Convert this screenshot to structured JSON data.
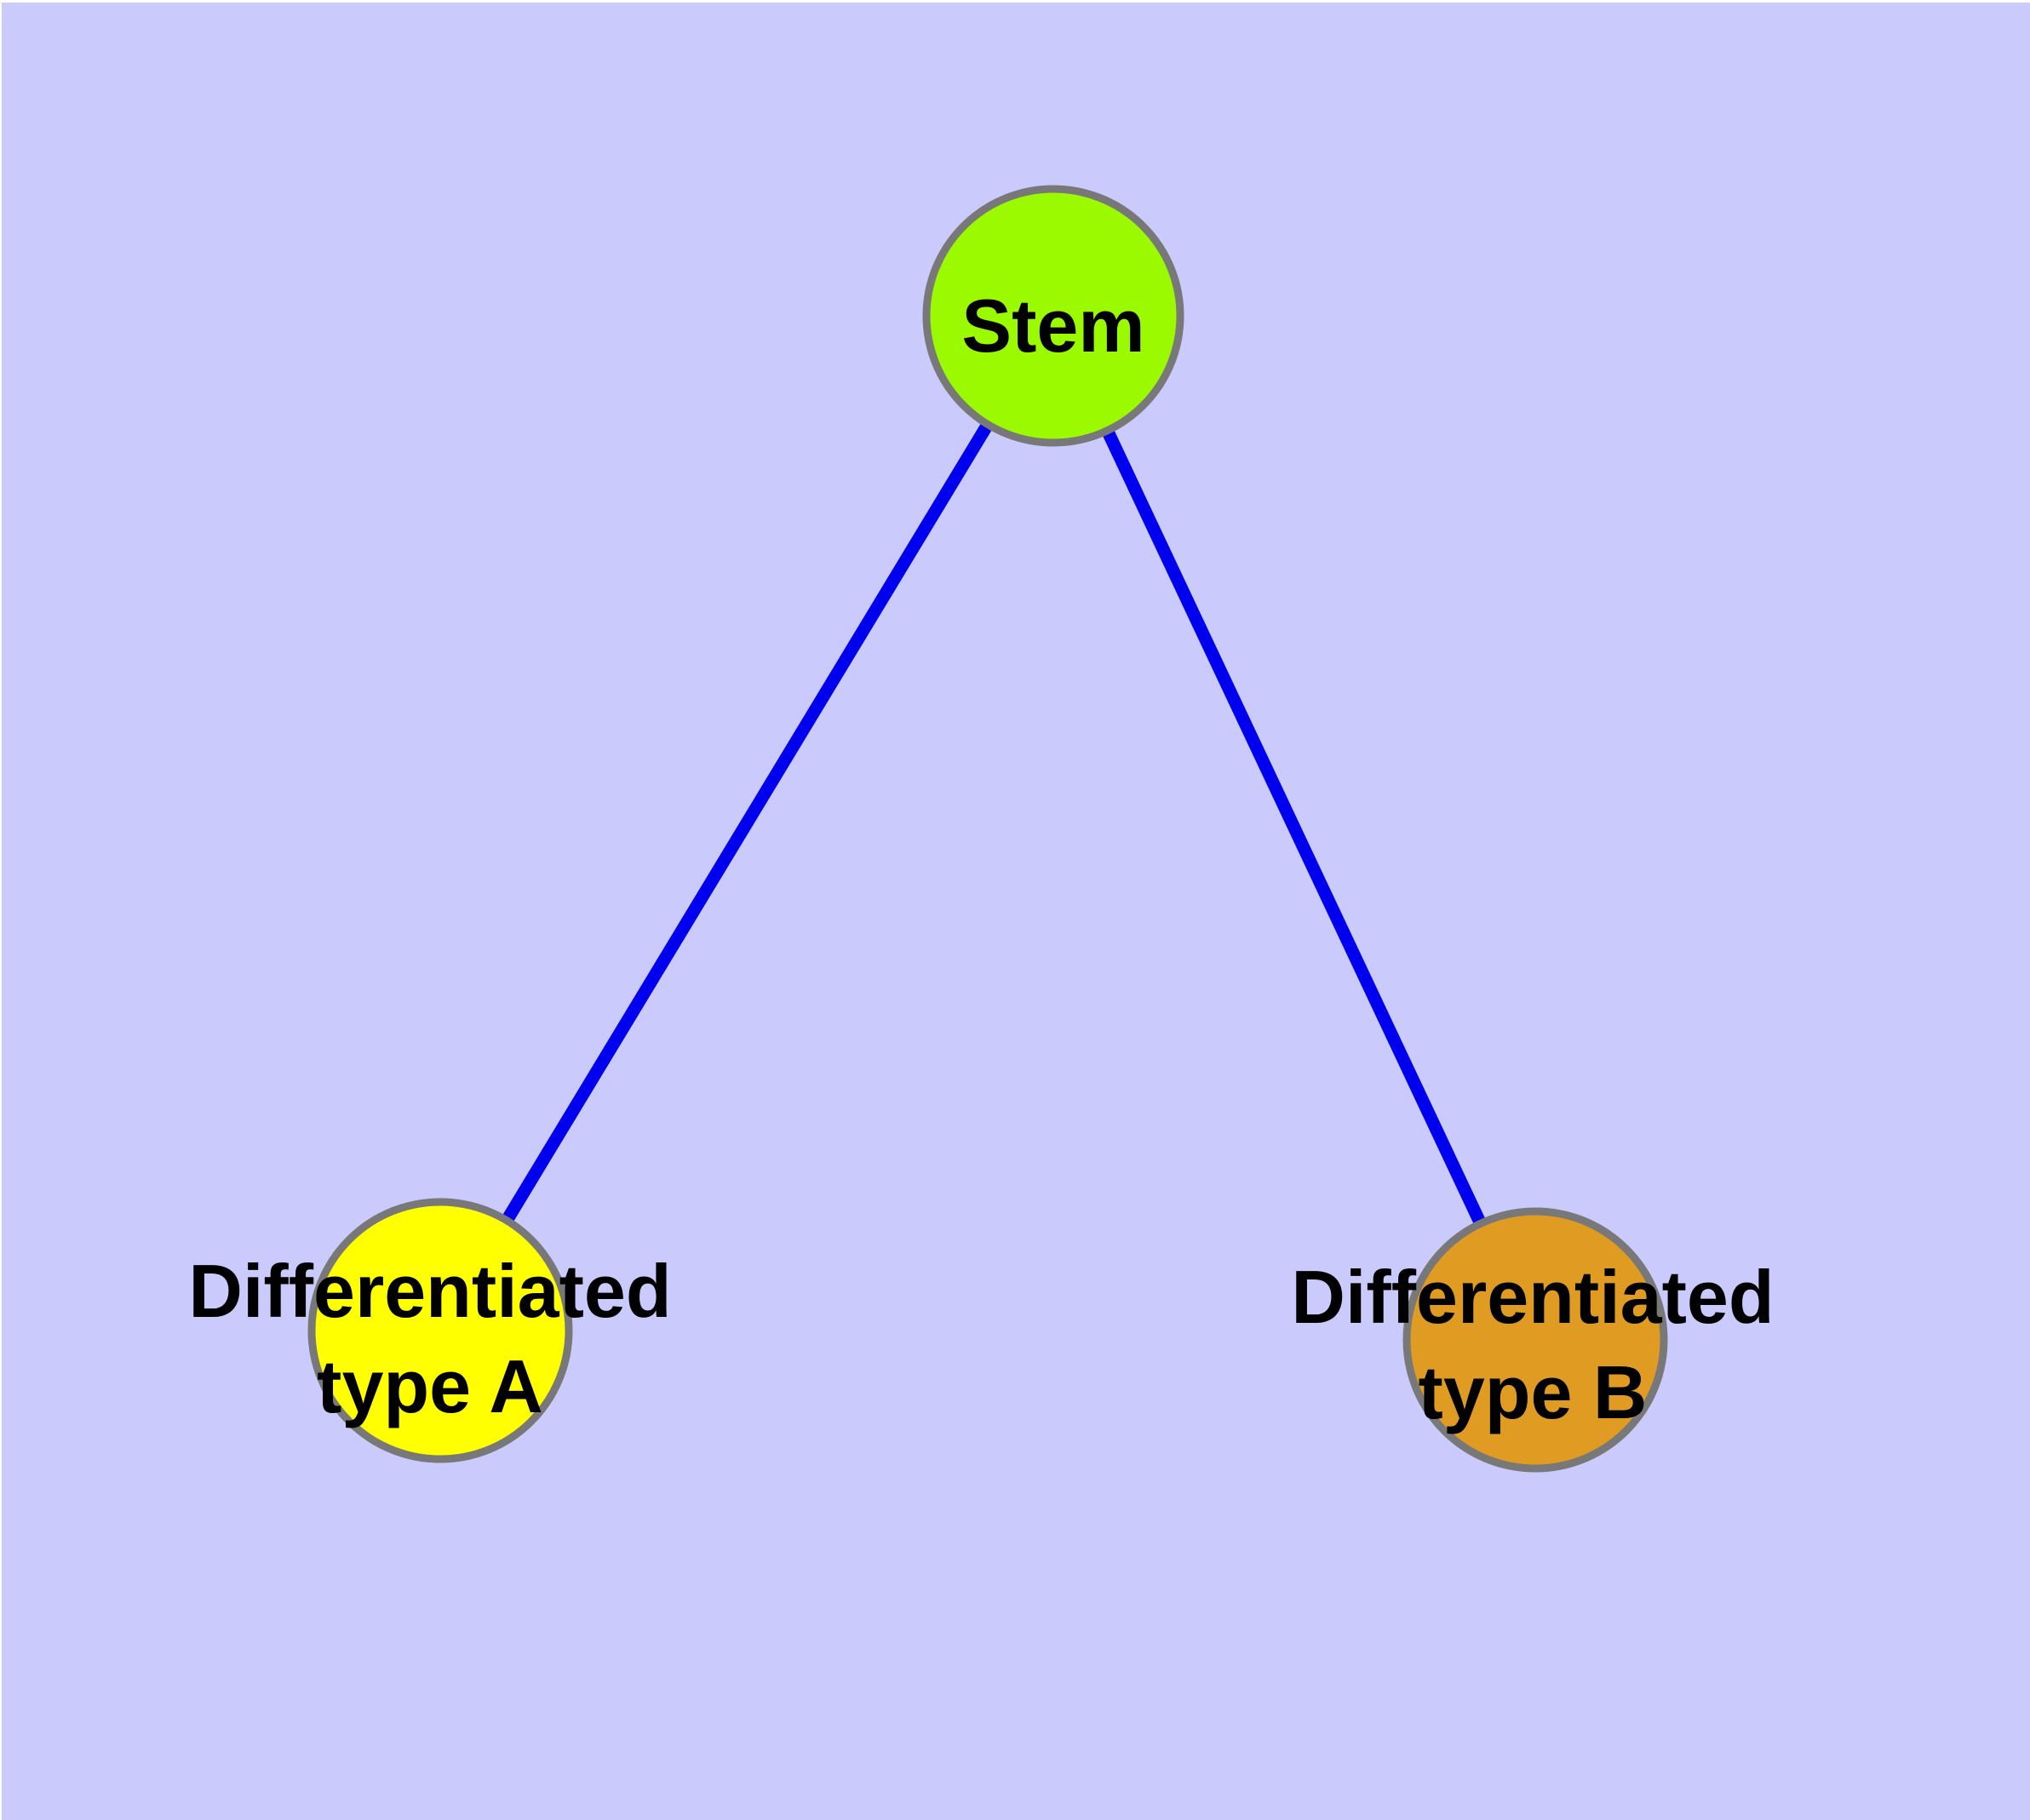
{
  "canvas": {
    "background": "#CACAFC",
    "margin_color": "#FFFFFF"
  },
  "style": {
    "edge_color": "#0000EE",
    "node_border_color": "#787878",
    "label_color": "#000000"
  },
  "nodes": {
    "stem": {
      "label": "Stem",
      "fill": "#9BFA00"
    },
    "type_a": {
      "label_line1": "Differentiated",
      "label_line2": "type A",
      "fill": "#FFFF00"
    },
    "type_b": {
      "label_line1": "Differentiated",
      "label_line2": "type B",
      "fill": "#E09B22"
    }
  },
  "edges": [
    {
      "from": "stem",
      "to": "type_a"
    },
    {
      "from": "stem",
      "to": "type_b"
    }
  ]
}
